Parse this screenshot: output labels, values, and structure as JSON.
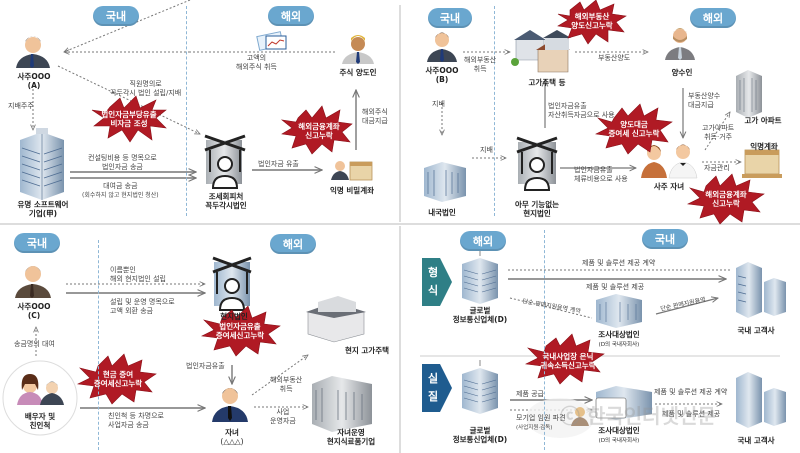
{
  "panels": {
    "p1": {
      "domestic_label": "국내",
      "overseas_label": "해외",
      "owner_name": "사주OOO",
      "owner_id": "(A)",
      "control_label": "지배주주",
      "company_name_1": "유명 소프트웨어",
      "company_name_2": "기업(甲)",
      "setup_label_1": "직원명의로",
      "setup_label_2": "꼭두각시 법인 설립/지배",
      "stock_label_1": "고액의",
      "stock_label_2": "해외주식 취득",
      "seller_name": "주식 양도인",
      "consulting_label_1": "컨설팅비용 등 명목으로",
      "consulting_label_2": "법인자금 송금",
      "loan_label": "대여금 송금",
      "loan_sub": "(회수하지 않고 현지법인 청산)",
      "puppet_name_1": "조세회피처",
      "puppet_name_2": "꼭두각시법인",
      "outflow_label": "법인자금 유출",
      "stock_payment_1": "해외주식",
      "stock_payment_2": "대금지급",
      "account_name": "익명 비밀계좌",
      "burst_1_line1": "법인자금부당유출",
      "burst_1_line2": "비자금 조성",
      "burst_2_line1": "해외금융계좌",
      "burst_2_line2": "신고누락"
    },
    "p2": {
      "domestic_label": "국내",
      "overseas_label": "해외",
      "owner_name": "사주OOO",
      "owner_id": "(B)",
      "re_acquire_1": "해외부동산",
      "re_acquire_2": "취득",
      "house_name": "고가주택 등",
      "control_label": "지배",
      "domestic_corp": "내국법인",
      "control_label_2": "지배",
      "shell_name_1": "아무 기능없는",
      "shell_name_2": "현지법인",
      "asset_label_1": "법인자금유출",
      "asset_label_2": "자산취득자금으로 사용",
      "sale_label": "부동산양도",
      "buyer_name": "양수인",
      "payment_1": "부동산양수",
      "payment_2": "대금지급",
      "apartment_name": "고가 아파트",
      "apt_acquire_1": "고가아파트",
      "apt_acquire_2": "취득·거주",
      "account_name": "익명계좌",
      "fund_mgmt": "자금관리",
      "stay_label_1": "법인자금유출",
      "stay_label_2": "체류비용으로 사용",
      "children_name": "사주 자녀",
      "burst_1_line1": "해외부동산",
      "burst_1_line2": "양도신고누락",
      "burst_2_line1": "양도대금",
      "burst_2_line2": "증여세 신고누락",
      "burst_3_line1": "해외금융계좌",
      "burst_3_line2": "신고누락"
    },
    "p3": {
      "domestic_label": "국내",
      "overseas_label": "해외",
      "owner_name": "사주OOO",
      "owner_id": "(C)",
      "borrowed_label": "송금명의 대여",
      "relatives_name_1": "배우자 및",
      "relatives_name_2": "친인척",
      "setup_label_1": "이름뿐인",
      "setup_label_2": "해외 현지법인 설립",
      "remit_label_1": "설립 및 운영 명목으로",
      "remit_label_2": "고액 외환 송금",
      "local_corp": "현지법인",
      "local_house": "현지 고가주택",
      "outflow_label": "법인자금유출",
      "re_label_1": "해외부동산",
      "re_label_2": "취득",
      "child_name": "자녀",
      "child_id": "(△△△)",
      "biz_label_1": "사업",
      "biz_label_2": "운영자금",
      "relative_label_1": "친인척 등 차명으로",
      "relative_label_2": "사업자금 송금",
      "child_company_1": "자녀운영",
      "child_company_2": "현지식료품기업",
      "burst_1_line1": "법인자금유출",
      "burst_1_line2": "증여세신고누락",
      "burst_2_line1": "현금 증여",
      "burst_2_line2": "증여세신고누락"
    },
    "p4": {
      "overseas_label": "해외",
      "domestic_label": "국내",
      "formal_tag_1": "형",
      "formal_tag_2": "식",
      "real_tag_1": "실",
      "real_tag_2": "질",
      "global_corp_1": "글로벌",
      "global_corp_2": "정보통신업체(D)",
      "contract_label": "제품 및 솔루션 제공 계약",
      "supply_label": "제품 및 솔루션 제공",
      "simple_service": "단순 판매지원용역 계약",
      "simple_service_2": "단순 판매지원용역",
      "target_corp": "조사대상법인",
      "target_corp_sub": "(D의 국내자회사)",
      "client": "국내 고객사",
      "global_corp_b1": "글로벌",
      "global_corp_b2": "정보통신업체(D)",
      "product_supply": "제품 공급",
      "core_label_1": "모기업 임원 파견",
      "core_label_2": "(사업지원·감독)",
      "target_corp_b": "조사대상법인",
      "target_corp_b_sub": "(D의 국내자회사)",
      "contract_label_b": "제품 및 솔루션 제공 계약",
      "supply_label_b": "제품 및 솔루션 제공",
      "client_b": "국내 고객사",
      "burst_line1": "국내사업장 은닉",
      "burst_line2": "귀속소득신고누락"
    }
  },
  "watermark": "ⓒ 한국인터넷신문",
  "colors": {
    "pill": "#6aa7cf",
    "burst": "#b01a24",
    "formal_tag": "#2f7f86",
    "real_tag": "#1f5c8f",
    "divider": "#8fb7d6"
  }
}
